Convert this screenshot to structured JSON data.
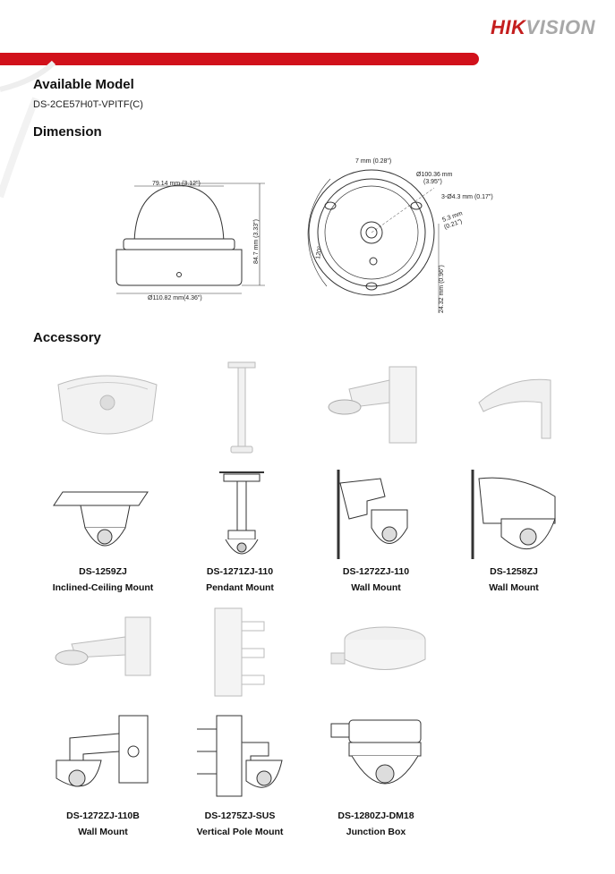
{
  "brand": {
    "name_red": "HIK",
    "name_grey": "VISION"
  },
  "sections": {
    "available_model_title": "Available Model",
    "model": "DS-2CE57H0T-VPITF(C)",
    "dimension_title": "Dimension",
    "accessory_title": "Accessory"
  },
  "dimensions": {
    "side_width_top": "79.14 mm (3.12\")",
    "side_height": "84.7 mm (3.33\")",
    "side_base_width": "Ø110.82 mm(4.36\")",
    "top_slot": "7 mm (0.28\")",
    "top_dia": "Ø100.36 mm",
    "top_dia_in": "(3.95\")",
    "top_hole": "3-Ø4.3 mm (0.17\")",
    "top_gap": "5.3 mm",
    "top_gap_in": "(0.21\")",
    "top_offset": "24.32 mm (0.96\")",
    "top_angle": "120°"
  },
  "accessories": [
    {
      "model": "DS-1259ZJ",
      "name": "Inclined-Ceiling Mount",
      "icon": "inclined-ceiling-mount-icon"
    },
    {
      "model": "DS-1271ZJ-110",
      "name": "Pendant Mount",
      "icon": "pendant-mount-icon"
    },
    {
      "model": "DS-1272ZJ-110",
      "name": "Wall Mount",
      "icon": "wall-mount-icon"
    },
    {
      "model": "DS-1258ZJ",
      "name": "Wall Mount",
      "icon": "wall-mount-hood-icon"
    },
    {
      "model": "DS-1272ZJ-110B",
      "name": "Wall Mount",
      "icon": "wall-mount-box-icon"
    },
    {
      "model": "DS-1275ZJ-SUS",
      "name": "Vertical Pole Mount",
      "icon": "pole-mount-icon"
    },
    {
      "model": "DS-1280ZJ-DM18",
      "name": "Junction Box",
      "icon": "junction-box-icon"
    }
  ]
}
